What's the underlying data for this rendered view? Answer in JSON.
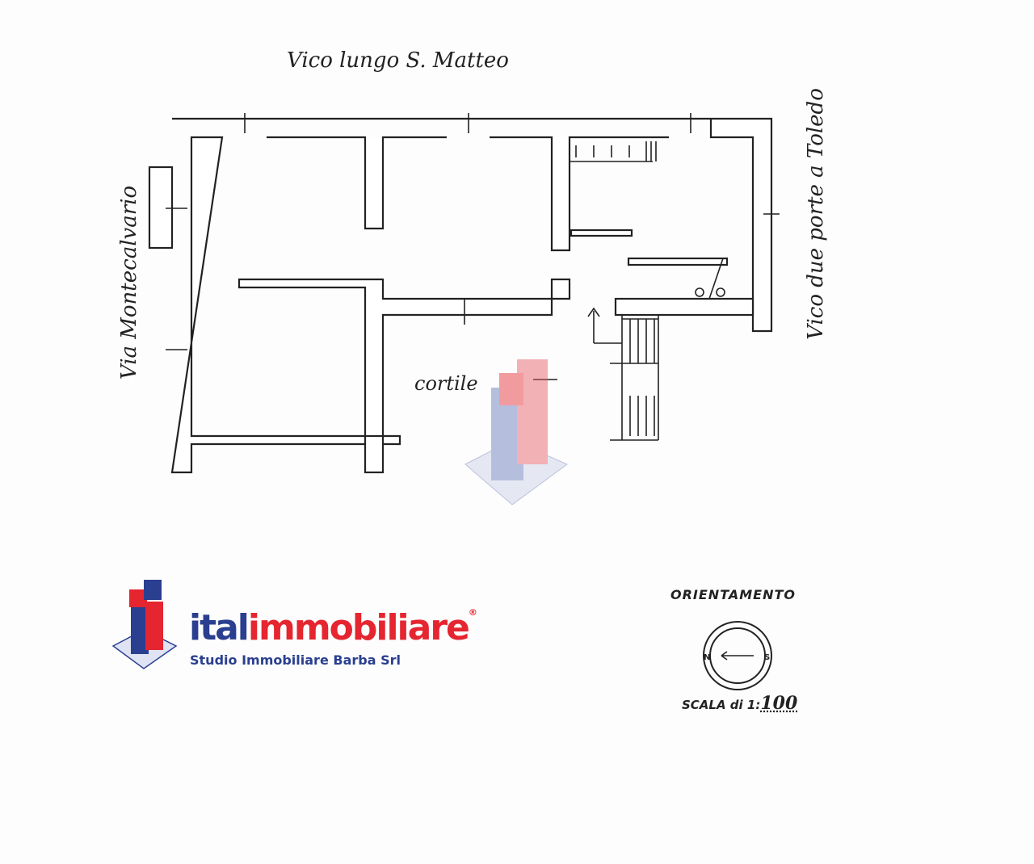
{
  "streets": {
    "top": "Vico lungo S. Matteo",
    "left": "Via Montecalvario",
    "right": "Vico due porte a Toledo"
  },
  "rooms": {
    "courtyard": "cortile"
  },
  "legend": {
    "orientation_title": "ORIENTAMENTO",
    "compass_left": "N",
    "compass_right": "S",
    "scale_prefix": "SCALA di 1:",
    "scale_value": "100"
  },
  "logo": {
    "brand_part1": "ital",
    "brand_part2": "immobiliare",
    "registered": "®",
    "subtitle": "Studio Immobiliare Barba Srl"
  },
  "colors": {
    "brand_red": "#e5252f",
    "brand_blue": "#2a3f8f"
  }
}
